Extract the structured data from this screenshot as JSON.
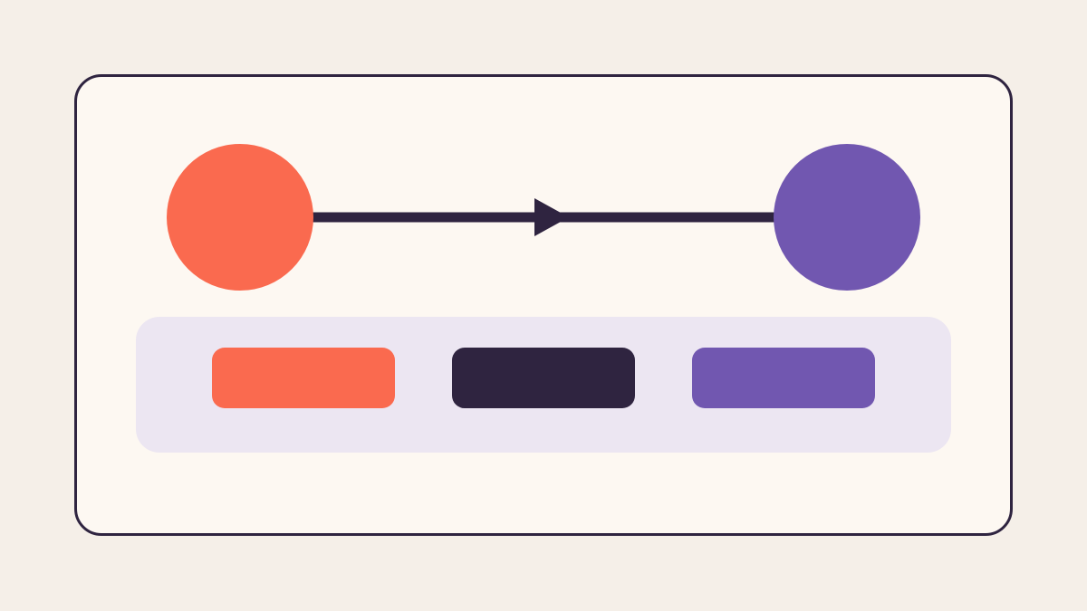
{
  "colors": {
    "background": "#F5EFE8",
    "card_fill": "#FDF8F2",
    "outline": "#2F2440",
    "coral": "#FA6A4F",
    "violet": "#7157B0",
    "dark": "#2F2440",
    "tray": "#ECE6F2"
  },
  "diagram": {
    "source_node": {
      "shape": "circle",
      "color": "#FA6A4F"
    },
    "target_node": {
      "shape": "circle",
      "color": "#7157B0"
    },
    "edge": {
      "direction": "source-to-target",
      "arrowhead": "triangle",
      "color": "#2F2440"
    },
    "tray": {
      "pills": [
        {
          "color": "#FA6A4F"
        },
        {
          "color": "#2F2440"
        },
        {
          "color": "#7157B0"
        }
      ]
    }
  }
}
